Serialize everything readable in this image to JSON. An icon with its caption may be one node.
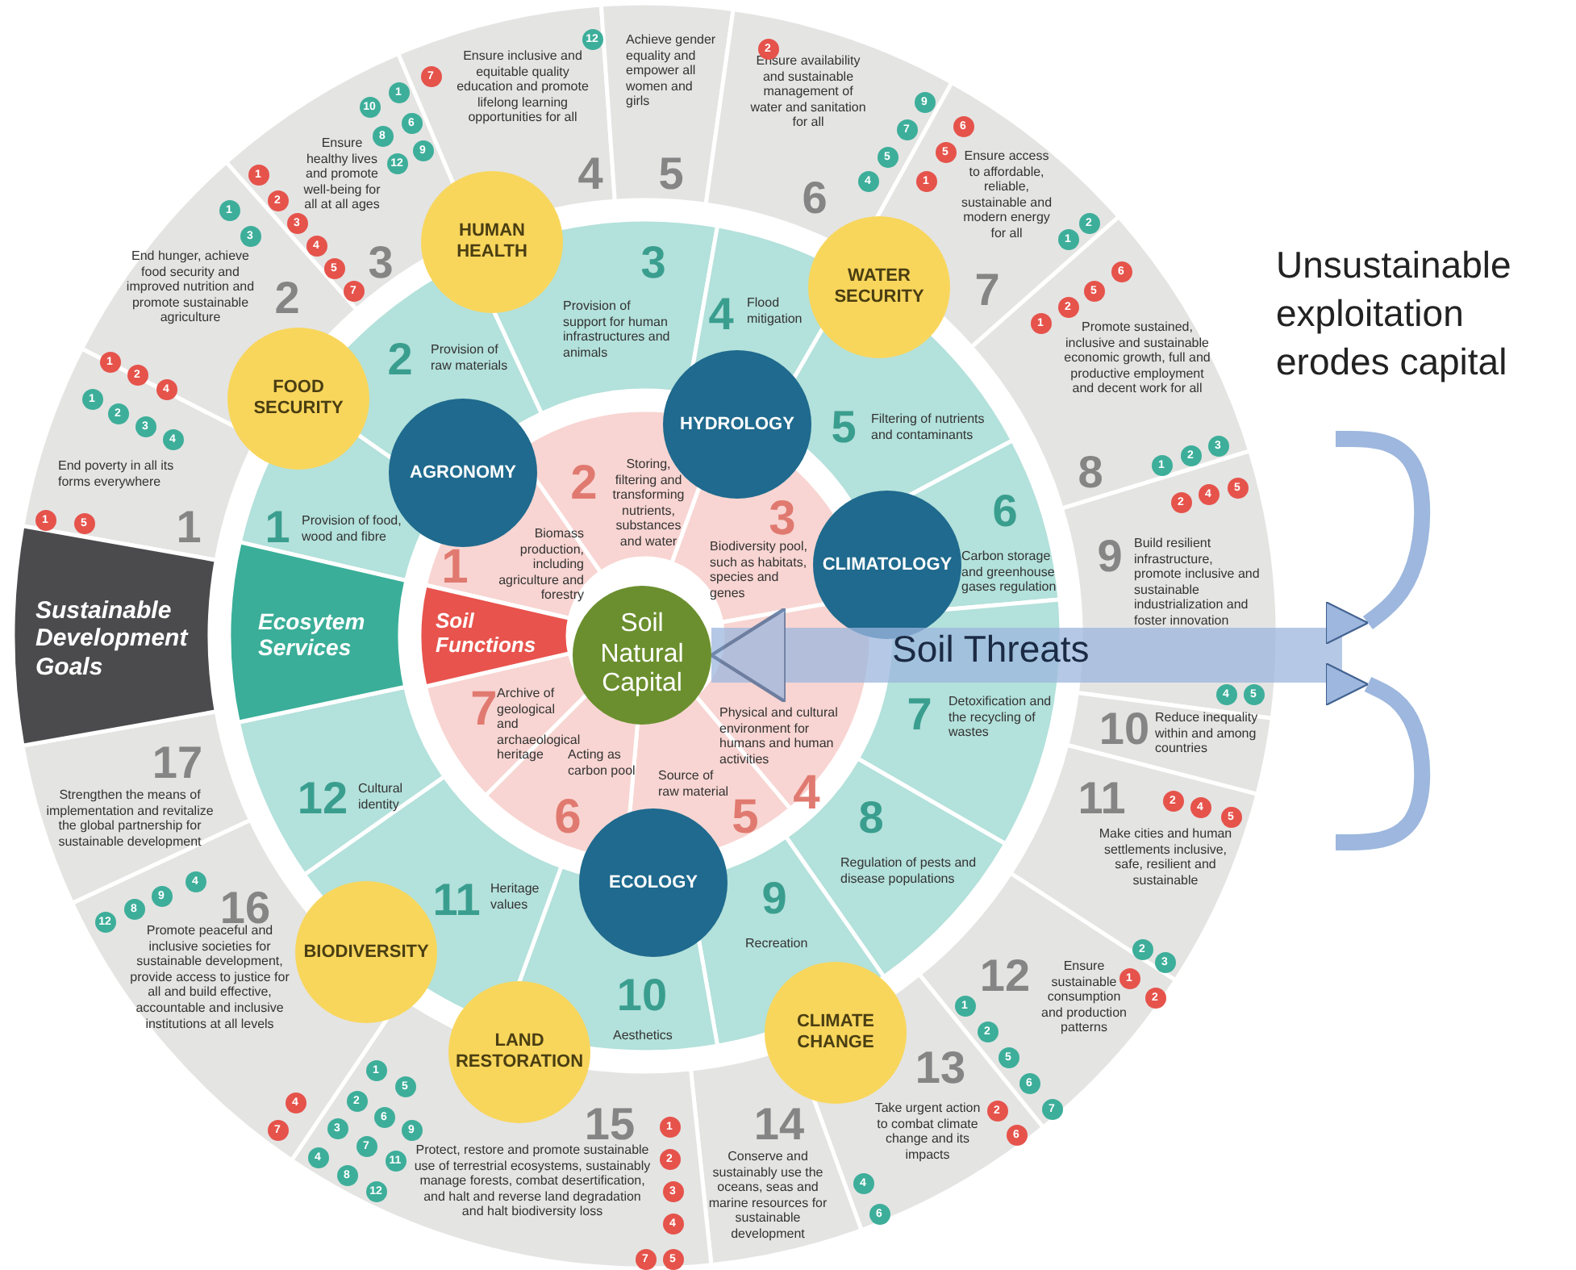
{
  "diagram": {
    "nodes": [
      {
        "text": [
          "End poverty in all its forms everywhere",
          "1"
        ]
      },
      {
        "text": [
          "End hunger, achieve food security and improved nutrition and promote sustainable agriculture",
          "2"
        ]
      },
      {
        "text": [
          "Ensure healthy lives and promote well-being for all at all ages",
          "3"
        ]
      },
      {
        "text": [
          "Ensure inclusive and equitable quality education and promote lifelong learning opportunities for all",
          "4"
        ]
      },
      {
        "text": [
          "Achieve gender equality and empower all women and girls",
          "5"
        ]
      },
      {
        "text": [
          "Ensure availability and sustainable management of water and sanitation for all",
          "6"
        ]
      },
      {
        "text": [
          "Ensure access to affordable, reliable, sustainable and modern energy for all",
          "7"
        ]
      },
      {
        "text": [
          "Promote sustained, inclusive and sustainable economic growth, full and productive employment and decent work for all",
          "8"
        ]
      },
      {
        "text": [
          "9",
          "Build resilient infrastructure, promote inclusive and sustainable industrialization and foster innovation"
        ]
      },
      {
        "text": [
          "10",
          "Reduce inequality within and among countries"
        ]
      },
      {
        "text": [
          "11",
          "Make cities and human settlements inclusive, safe, resilient and sustainable"
        ]
      },
      {
        "text": [
          "12",
          "Ensure sustainable consumption and production patterns"
        ]
      },
      {
        "text": [
          "13",
          "Take urgent action to combat climate change and its impacts"
        ]
      },
      {
        "text": [
          "14",
          "Conserve and sustainably use the oceans, seas and marine resources for sustainable development"
        ]
      },
      {
        "text": [
          "15",
          "Protect, restore and promote sustainable use of terrestrial ecosystems, sustainably manage forests, combat desertification, and halt and reverse land degradation and halt biodiversity loss"
        ]
      },
      {
        "text": [
          "16",
          "Promote peaceful and inclusive societies for sustainable development, provide access to justice for all and build effective, accountable and inclusive institutions at all levels"
        ]
      },
      {
        "text": [
          "17",
          "Strengthen the means of implementation and revitalize the global partnership for sustainable development"
        ]
      },
      {
        "text": [
          "Sustainable Development Goals"
        ]
      },
      {
        "text": [
          "1",
          "Provision of food, wood and fibre"
        ]
      },
      {
        "text": [
          "2",
          "Provision of raw materials"
        ]
      },
      {
        "text": [
          "3",
          "Provision of support for human infrastructures and animals"
        ]
      },
      {
        "text": [
          "4",
          "Flood mitigation"
        ]
      },
      {
        "text": [
          "5",
          "Filtering of nutrients and contaminants"
        ]
      },
      {
        "text": [
          "6",
          "Carbon storage and greenhouse gases regulation"
        ]
      },
      {
        "text": [
          "7",
          "Detoxification and the recycling of wastes"
        ]
      },
      {
        "text": [
          "8",
          "Regulation of pests and disease populations"
        ]
      },
      {
        "text": [
          "9",
          "Recreation"
        ]
      },
      {
        "text": [
          "10",
          "Aesthetics"
        ]
      },
      {
        "text": [
          "11",
          "Heritage values"
        ]
      },
      {
        "text": [
          "12",
          "Cultural identity"
        ]
      },
      {
        "text": [
          "Ecosytem Services"
        ]
      },
      {
        "text": [
          "1",
          "Biomass production, including agriculture and forestry"
        ]
      },
      {
        "text": [
          "2",
          "Storing, filtering and transforming nutrients, substances and water"
        ]
      },
      {
        "text": [
          "3",
          "Biodiversity pool, such as habitats, species and genes"
        ]
      },
      {
        "text": [
          "Physical and cultural environment for humans and human activities",
          "4"
        ]
      },
      {
        "text": [
          "Source of raw material",
          "5"
        ]
      },
      {
        "text": [
          "Acting as carbon pool",
          "6"
        ]
      },
      {
        "text": [
          "7",
          "Archive of geological and archaeological heritage"
        ]
      },
      {
        "text": [
          "Soil Functions"
        ]
      },
      {
        "text": [
          "Soil Natural Capital"
        ]
      },
      {
        "text": [
          "AGRONOMY"
        ]
      },
      {
        "text": [
          "HYDROLOGY"
        ]
      },
      {
        "text": [
          "CLIMATOLOGY"
        ]
      },
      {
        "text": [
          "ECOLOGY"
        ]
      },
      {
        "text": [
          "FOOD SECURITY"
        ]
      },
      {
        "text": [
          "HUMAN HEALTH"
        ]
      },
      {
        "text": [
          "WATER SECURITY"
        ]
      },
      {
        "text": [
          "CLIMATE CHANGE"
        ]
      },
      {
        "text": [
          "LAND RESTORATION"
        ]
      },
      {
        "text": [
          "BIODIVERSITY"
        ]
      },
      {
        "text": [
          "1"
        ],
        "in": 0
      },
      {
        "text": [
          "2"
        ],
        "in": 0
      },
      {
        "text": [
          "3"
        ],
        "in": 0
      },
      {
        "text": [
          "4"
        ],
        "in": 0
      },
      {
        "text": [
          "1"
        ],
        "in": 0
      },
      {
        "text": [
          "5"
        ],
        "in": 0
      },
      {
        "text": [
          "1"
        ],
        "in": 1
      },
      {
        "text": [
          "3"
        ],
        "in": 1
      },
      {
        "text": [
          "1"
        ],
        "in": 1
      },
      {
        "text": [
          "2"
        ],
        "in": 1
      },
      {
        "text": [
          "4"
        ],
        "in": 1
      },
      {
        "text": [
          "10"
        ],
        "in": 2
      },
      {
        "text": [
          "1"
        ],
        "in": 2
      },
      {
        "text": [
          "8"
        ],
        "in": 2
      },
      {
        "text": [
          "6"
        ],
        "in": 2
      },
      {
        "text": [
          "12"
        ],
        "in": 2
      },
      {
        "text": [
          "9"
        ],
        "in": 2
      },
      {
        "text": [
          "1"
        ],
        "in": 2
      },
      {
        "text": [
          "2"
        ],
        "in": 2
      },
      {
        "text": [
          "3"
        ],
        "in": 2
      },
      {
        "text": [
          "4"
        ],
        "in": 2
      },
      {
        "text": [
          "5"
        ],
        "in": 2
      },
      {
        "text": [
          "7"
        ],
        "in": 2
      },
      {
        "text": [
          "7"
        ],
        "in": 3
      },
      {
        "text": [
          "12"
        ],
        "in": 3
      },
      {
        "text": [
          "2"
        ],
        "in": 5
      },
      {
        "text": [
          "9"
        ],
        "in": 5
      },
      {
        "text": [
          "7"
        ],
        "in": 5
      },
      {
        "text": [
          "5"
        ],
        "in": 5
      },
      {
        "text": [
          "4"
        ],
        "in": 5
      },
      {
        "text": [
          "6"
        ],
        "in": 6
      },
      {
        "text": [
          "5"
        ],
        "in": 6
      },
      {
        "text": [
          "1"
        ],
        "in": 6
      },
      {
        "text": [
          "1"
        ],
        "in": 6
      },
      {
        "text": [
          "2"
        ],
        "in": 6
      },
      {
        "text": [
          "1"
        ],
        "in": 7
      },
      {
        "text": [
          "2"
        ],
        "in": 7
      },
      {
        "text": [
          "5"
        ],
        "in": 7
      },
      {
        "text": [
          "6"
        ],
        "in": 7
      },
      {
        "text": [
          "1"
        ],
        "in": 7
      },
      {
        "text": [
          "2"
        ],
        "in": 7
      },
      {
        "text": [
          "3"
        ],
        "in": 7
      },
      {
        "text": [
          "2"
        ],
        "in": 8
      },
      {
        "text": [
          "4"
        ],
        "in": 8
      },
      {
        "text": [
          "5"
        ],
        "in": 8
      },
      {
        "text": [
          "4"
        ],
        "in": 8
      },
      {
        "text": [
          "5"
        ],
        "in": 8
      },
      {
        "text": [
          "2"
        ],
        "in": 10
      },
      {
        "text": [
          "4"
        ],
        "in": 10
      },
      {
        "text": [
          "5"
        ],
        "in": 10
      },
      {
        "text": [
          "2"
        ],
        "in": 10
      },
      {
        "text": [
          "3"
        ],
        "in": 10
      },
      {
        "text": [
          "1"
        ],
        "in": 11
      },
      {
        "text": [
          "2"
        ],
        "in": 11
      },
      {
        "text": [
          "1"
        ],
        "in": 11
      },
      {
        "text": [
          "2"
        ],
        "in": 11
      },
      {
        "text": [
          "5"
        ],
        "in": 11
      },
      {
        "text": [
          "6"
        ],
        "in": 11
      },
      {
        "text": [
          "7"
        ],
        "in": 11
      },
      {
        "text": [
          "2"
        ],
        "in": 12
      },
      {
        "text": [
          "6"
        ],
        "in": 12
      },
      {
        "text": [
          "4"
        ],
        "in": 12
      },
      {
        "text": [
          "6"
        ],
        "in": 12
      },
      {
        "text": [
          "1"
        ],
        "in": 14
      },
      {
        "text": [
          "5"
        ],
        "in": 14
      },
      {
        "text": [
          "2"
        ],
        "in": 14
      },
      {
        "text": [
          "6"
        ],
        "in": 14
      },
      {
        "text": [
          "9"
        ],
        "in": 14
      },
      {
        "text": [
          "3"
        ],
        "in": 14
      },
      {
        "text": [
          "7"
        ],
        "in": 14
      },
      {
        "text": [
          "11"
        ],
        "in": 14
      },
      {
        "text": [
          "4"
        ],
        "in": 14
      },
      {
        "text": [
          "8"
        ],
        "in": 14
      },
      {
        "text": [
          "12"
        ],
        "in": 14
      },
      {
        "text": [
          "1"
        ],
        "in": 14
      },
      {
        "text": [
          "2"
        ],
        "in": 14
      },
      {
        "text": [
          "3"
        ],
        "in": 14
      },
      {
        "text": [
          "4"
        ],
        "in": 14
      },
      {
        "text": [
          "7"
        ],
        "in": 14
      },
      {
        "text": [
          "5"
        ],
        "in": 14
      },
      {
        "text": [
          "12"
        ],
        "in": 15
      },
      {
        "text": [
          "8"
        ],
        "in": 15
      },
      {
        "text": [
          "9"
        ],
        "in": 15
      },
      {
        "text": [
          "4"
        ],
        "in": 15
      },
      {
        "text": [
          "4"
        ],
        "in": 15
      },
      {
        "text": [
          "7"
        ],
        "in": 15
      }
    ],
    "edges": [
      {
        "from": null,
        "to": 39,
        "arrow": "to",
        "label": "Soil Threats"
      }
    ],
    "labels": [
      "Unsustainable exploitation erodes capital"
    ]
  }
}
